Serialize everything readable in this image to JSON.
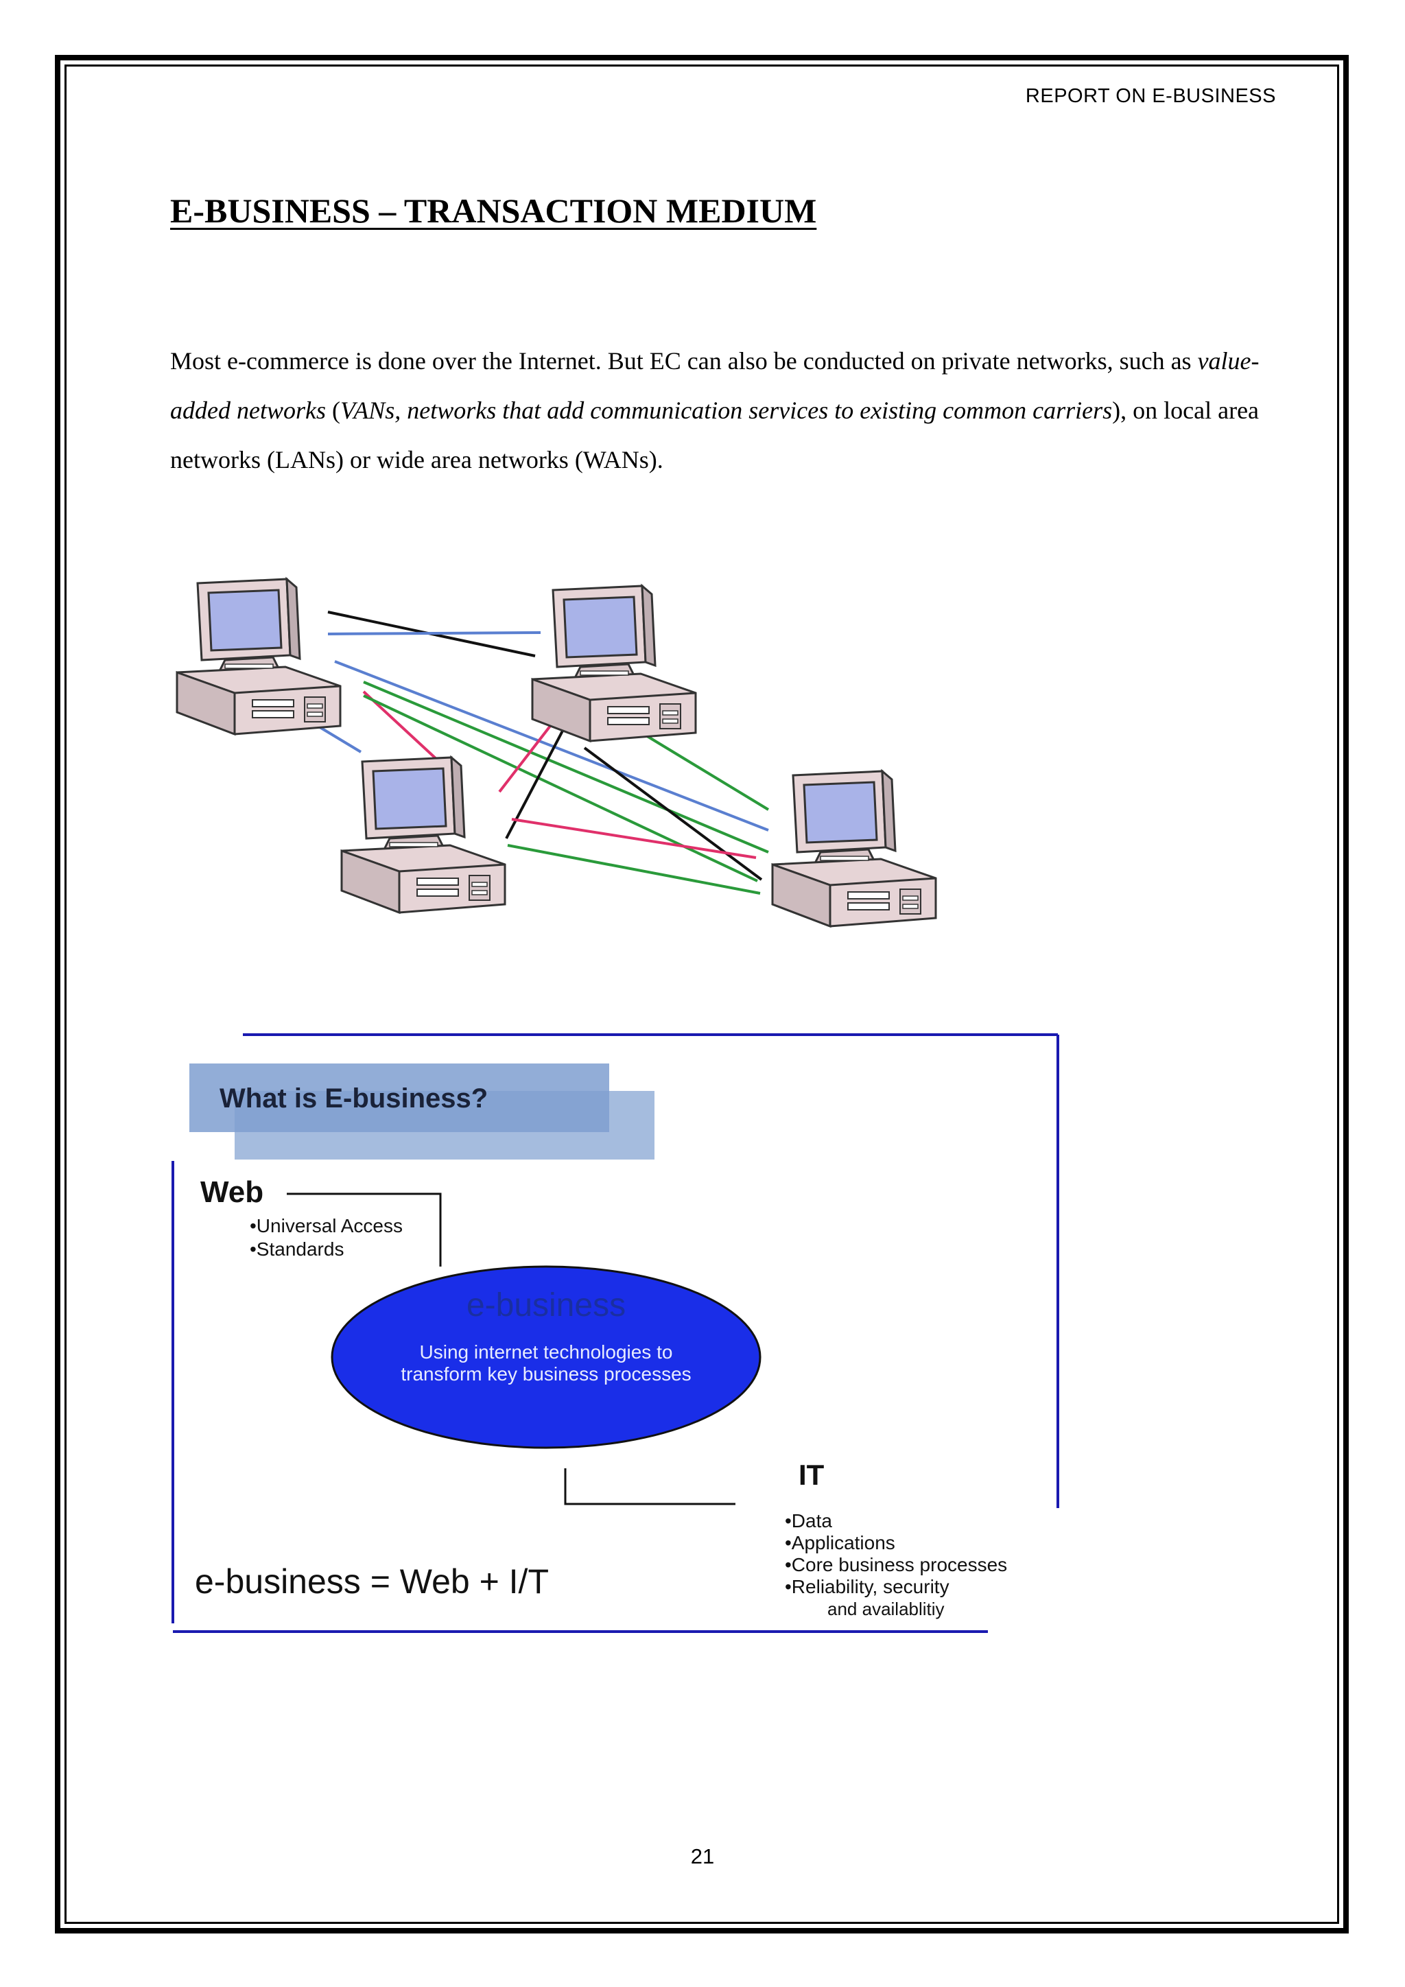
{
  "header": {
    "running_title": "REPORT ON E-BUSINESS"
  },
  "title": "E-BUSINESS – TRANSACTION MEDIUM",
  "paragraph": {
    "p1": "Most e-commerce is done over the Internet. But EC can also be conducted on private networks, such as ",
    "em1": "value-added networks",
    "p2": " (",
    "em2": "VANs, networks that add communication services to existing common carriers",
    "p3": "), on local area networks (LANs)  or wide area networks (WANs)."
  },
  "ebusiness_diagram": {
    "heading": "What is E-business?",
    "web_title": "Web",
    "web_items": [
      "•Universal Access",
      "•Standards"
    ],
    "center_title": "e-business",
    "center_line1": "Using internet technologies to",
    "center_line2": "transform key business processes",
    "it_title": "IT",
    "it_items": [
      "•Data",
      "•Applications",
      "•Core business processes",
      "•Reliability, security"
    ],
    "it_items_cont": "and availablitiy",
    "equation": "e-business = Web + I/T"
  },
  "footer": {
    "page_number": "21"
  },
  "colors": {
    "link_black": "#111111",
    "link_blue": "#5a7fd0",
    "link_red": "#e0306a",
    "link_green": "#2a9a3a",
    "ellipse_blue": "#1a2ee8",
    "frame_blue": "#1a1ab0",
    "heading_box": "#7f9fd0"
  }
}
